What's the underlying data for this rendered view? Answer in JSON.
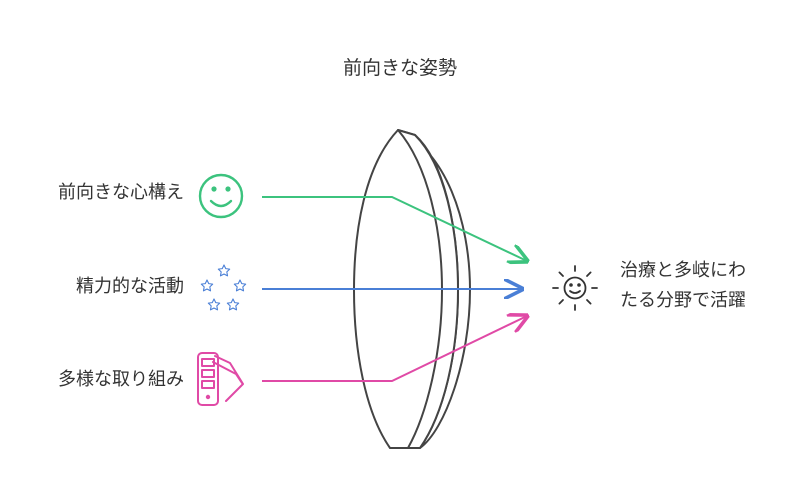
{
  "title": "前向きな姿勢",
  "inputs": [
    {
      "label": "前向きな心構え",
      "icon": "smiley-icon",
      "color": "#3cc37e"
    },
    {
      "label": "精力的な活動",
      "icon": "stars-icon",
      "color": "#4a7fd6"
    },
    {
      "label": "多様な取り組み",
      "icon": "swatches-icon",
      "color": "#e04aa6"
    }
  ],
  "output": {
    "label_line1": "治療と多岐にわ",
    "label_line2": "たる分野で活躍",
    "icon": "sun-smiley-icon",
    "color": "#333333"
  },
  "lens": {
    "icon": "lens-shape",
    "stroke": "#444444"
  }
}
